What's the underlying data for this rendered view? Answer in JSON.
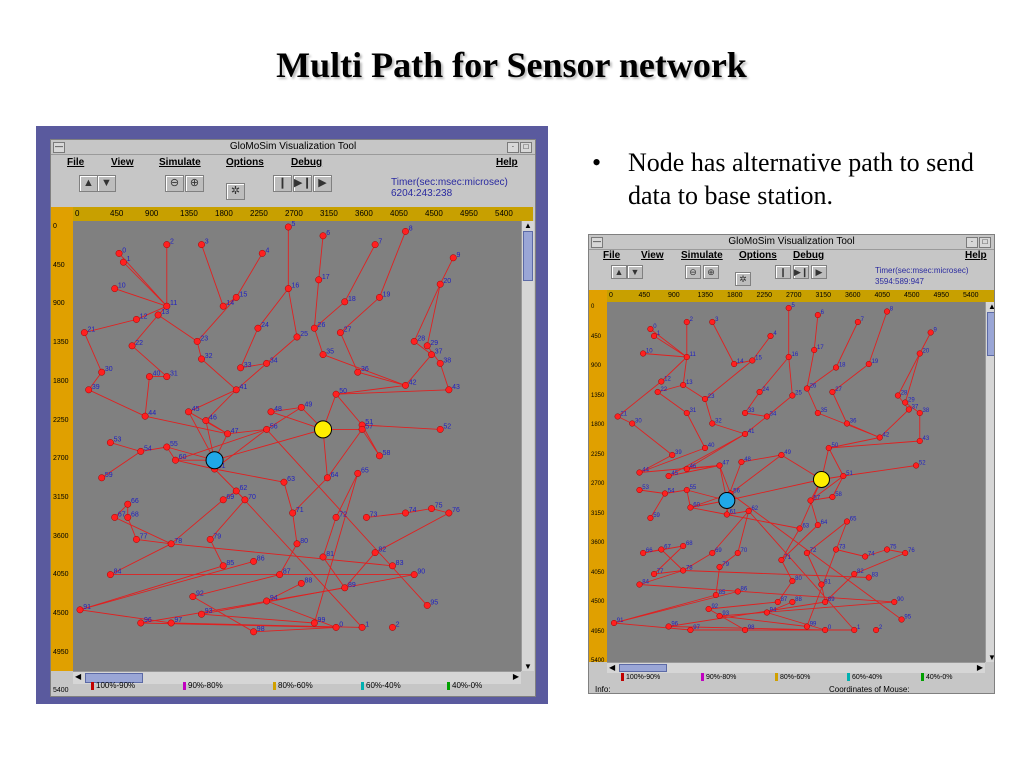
{
  "slide": {
    "title": "Multi Path for Sensor network",
    "bullet_marker": "•",
    "bullet_text": "Node has alternative path to send data to base station."
  },
  "window": {
    "title": "GloMoSim Visualization Tool",
    "menu": [
      "File",
      "View",
      "Simulate",
      "Options",
      "Debug",
      "Help"
    ],
    "timer_label": "Timer(sec:msec:microsec)",
    "toolbar_icons": [
      "step-up-icon",
      "step-down-icon",
      "zoom-out-icon",
      "zoom-in-icon",
      "settings-icon",
      "pause-icon",
      "step-forward-icon",
      "play-icon"
    ],
    "ruler_x": [
      "0",
      "450",
      "900",
      "1350",
      "1800",
      "2250",
      "2700",
      "3150",
      "3600",
      "4050",
      "4500",
      "4950",
      "5400"
    ],
    "ruler_y": [
      "0",
      "450",
      "900",
      "1350",
      "1800",
      "2250",
      "2700",
      "3150",
      "3600",
      "4050",
      "4500",
      "4950",
      "5400"
    ],
    "legend": [
      {
        "label": "100%-90%",
        "color": "#c00000"
      },
      {
        "label": "90%-80%",
        "color": "#c000c0"
      },
      {
        "label": "80%-60%",
        "color": "#d0a000"
      },
      {
        "label": "60%-40%",
        "color": "#00b0b0"
      },
      {
        "label": "40%-0%",
        "color": "#00a000"
      }
    ],
    "status_info": "Info:",
    "status_coords": "Coordinates of Mouse:"
  },
  "screens": [
    {
      "timer_value": "6204:243:238"
    },
    {
      "timer_value": "3594:589:947"
    }
  ],
  "marker_colors": {
    "source": "#20a8e8",
    "base_station": "#ffee00",
    "node": "#ff2020",
    "link": "#e02020"
  }
}
